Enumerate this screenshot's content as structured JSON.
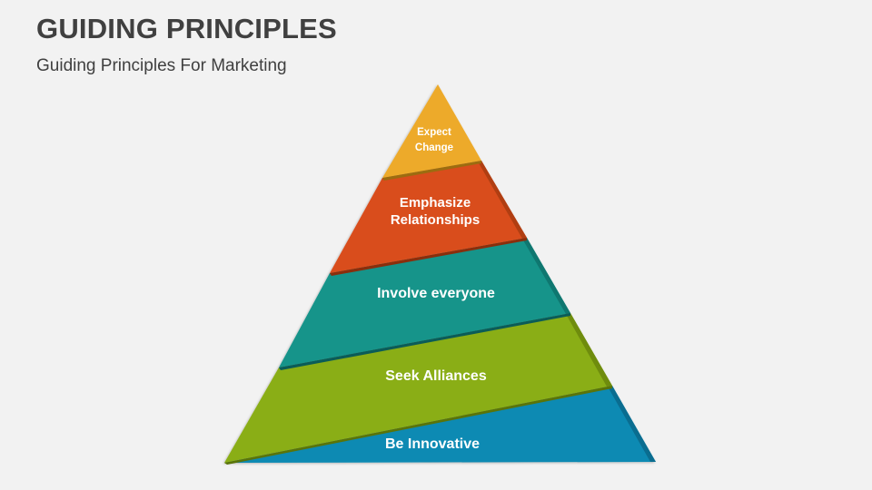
{
  "slide": {
    "title": "GUIDING PRINCIPLES",
    "subtitle": "Guiding Principles For Marketing"
  },
  "pyramid": {
    "levels": [
      {
        "line1": "Expect",
        "line2": "Change",
        "color": "#EDAA2A",
        "edge": "#9c6c10"
      },
      {
        "line1": "Emphasize",
        "line2": "Relationships",
        "color": "#D94E1B",
        "edge": "#8a2e0c"
      },
      {
        "line1": "Involve everyone",
        "line2": "",
        "color": "#13948A",
        "edge": "#0b5c58"
      },
      {
        "line1": "Seek Alliances",
        "line2": "",
        "color": "#8AAE14",
        "edge": "#5a7408"
      },
      {
        "line1": "Be Innovative",
        "line2": "",
        "color": "#0E8AB3",
        "edge": "#0a5f7e"
      }
    ]
  }
}
